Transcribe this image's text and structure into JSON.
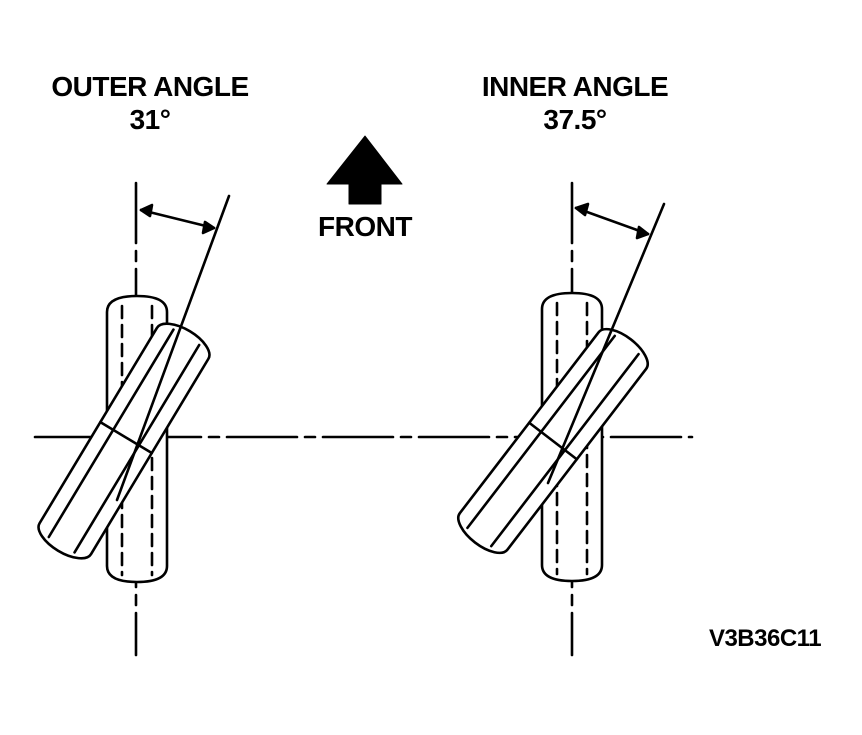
{
  "diagram": {
    "outer": {
      "title": "OUTER ANGLE",
      "value": "31°"
    },
    "inner": {
      "title": "INNER ANGLE",
      "value": "37.5°"
    },
    "direction_label": "FRONT",
    "figure_code": "V3B36C11",
    "colors": {
      "ink": "#000000",
      "background": "#ffffff"
    }
  }
}
